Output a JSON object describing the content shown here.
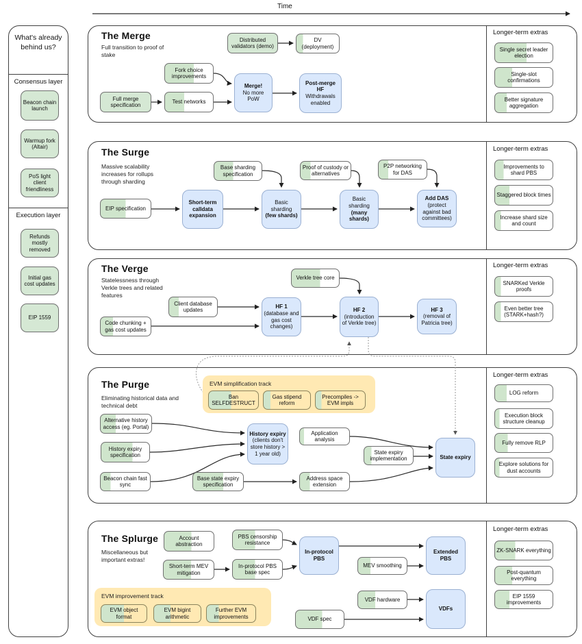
{
  "colors": {
    "green": "#d5e8d4",
    "progress_green": "#cfe5cc",
    "blue": "#dae8fc",
    "yellow": "#ffe9b3"
  },
  "time_axis": {
    "label": "Time"
  },
  "sidebar": {
    "title": "What's already behind us?",
    "groups": [
      {
        "label": "Consensus layer",
        "items": [
          {
            "label": "Beacon chain launch",
            "progress": 100
          },
          {
            "label": "Warmup fork (Altair)",
            "progress": 100
          },
          {
            "label": "PoS light client friendliness",
            "progress": 100
          }
        ]
      },
      {
        "label": "Execution layer",
        "items": [
          {
            "label": "Refunds mostly removed",
            "progress": 100
          },
          {
            "label": "Initial gas cost updates",
            "progress": 100
          },
          {
            "label": "EIP 1559",
            "progress": 100
          }
        ]
      }
    ]
  },
  "sections": [
    {
      "title": "The Merge",
      "subtitle": "Full transition to proof of stake",
      "extras_title": "Longer-term extras",
      "nodes": [
        {
          "label": "Distributed validators (demo)",
          "progress": 100
        },
        {
          "label": "DV (deployment)",
          "progress": 15
        },
        {
          "label": "Fork choice improvements",
          "progress": 60
        },
        {
          "label": "Full merge specification",
          "progress": 100
        },
        {
          "label": "Test networks",
          "progress": 40
        }
      ],
      "milestones": [
        {
          "lines": [
            {
              "text": "Merge!",
              "bold": true
            },
            {
              "text": "No more PoW",
              "bold": false
            }
          ]
        },
        {
          "lines": [
            {
              "text": "Post-merge HF",
              "bold": true
            },
            {
              "text": "Withdrawals enabled",
              "bold": false
            }
          ]
        }
      ],
      "extras": [
        {
          "label": "Single secret leader election",
          "progress": 55
        },
        {
          "label": "Single-slot confirmations",
          "progress": 30
        },
        {
          "label": "Better signature aggregation",
          "progress": 20
        }
      ]
    },
    {
      "title": "The Surge",
      "subtitle": "Massive scalability increases for rollups through sharding",
      "extras_title": "Longer-term extras",
      "nodes": [
        {
          "label": "EIP specification",
          "progress": 50
        },
        {
          "label": "Base sharding specification",
          "progress": 40
        },
        {
          "label": "Proof of custody or alternatives",
          "progress": 20
        },
        {
          "label": "P2P networking for DAS",
          "progress": 20
        }
      ],
      "milestones": [
        {
          "lines": [
            {
              "text": "Short-term calldata expansion",
              "bold": true
            }
          ]
        },
        {
          "lines": [
            {
              "text": "Basic sharding",
              "bold": false
            },
            {
              "text": "(few shards)",
              "bold": true
            }
          ]
        },
        {
          "lines": [
            {
              "text": "Basic sharding",
              "bold": false
            },
            {
              "text": "(many shards)",
              "bold": true
            }
          ]
        },
        {
          "lines": [
            {
              "text": "Add DAS",
              "bold": true
            },
            {
              "text": "(protect against bad committees)",
              "bold": false
            }
          ]
        }
      ],
      "extras": [
        {
          "label": "Improvements to shard PBS",
          "progress": 15
        },
        {
          "label": "Staggered block times",
          "progress": 25
        },
        {
          "label": "Increase shard size and count",
          "progress": 10
        }
      ]
    },
    {
      "title": "The Verge",
      "subtitle": "Statelessness through Verkle trees and related features",
      "extras_title": "Longer-term extras",
      "nodes": [
        {
          "label": "Verkle tree core",
          "progress": 60
        },
        {
          "label": "Client database updates",
          "progress": 20
        },
        {
          "label": "Code chunking + gas cost updates",
          "progress": 25
        }
      ],
      "milestones": [
        {
          "lines": [
            {
              "text": "HF 1",
              "bold": true
            },
            {
              "text": "(database and gas cost changes)",
              "bold": false
            }
          ]
        },
        {
          "lines": [
            {
              "text": "HF 2",
              "bold": true
            },
            {
              "text": "(introduction of Verkle tree)",
              "bold": false
            }
          ]
        },
        {
          "lines": [
            {
              "text": "HF 3",
              "bold": true
            },
            {
              "text": "(removal of Patricia tree)",
              "bold": false
            }
          ]
        }
      ],
      "extras": [
        {
          "label": "SNARKed Verkle proofs",
          "progress": 10
        },
        {
          "label": "Even better tree (STARK+hash?)",
          "progress": 10
        }
      ]
    },
    {
      "title": "The Purge",
      "subtitle": "Eliminating historical data and technical debt",
      "extras_title": "Longer-term extras",
      "track": {
        "label": "EVM simplification track",
        "items": [
          {
            "label": "Ban SELFDESTRUCT",
            "progress": 45
          },
          {
            "label": "Gas stipend reform",
            "progress": 15
          },
          {
            "label": "Precompiles -> EVM impls",
            "progress": 12
          }
        ]
      },
      "nodes": [
        {
          "label": "Alternative history access (eg. Portal)",
          "progress": 30
        },
        {
          "label": "History expiry specification",
          "progress": 65
        },
        {
          "label": "Beacon chain fast sync",
          "progress": 20
        },
        {
          "label": "Application analysis",
          "progress": 8
        },
        {
          "label": "State expiry implementation",
          "progress": 15
        },
        {
          "label": "Base state expiry specification",
          "progress": 60
        },
        {
          "label": "Address space extension",
          "progress": 20
        }
      ],
      "milestones": [
        {
          "lines": [
            {
              "text": "History expiry",
              "bold": true
            },
            {
              "text": "(clients don't store history > 1 year old)",
              "bold": false
            }
          ]
        },
        {
          "lines": [
            {
              "text": "State expiry",
              "bold": true
            }
          ]
        }
      ],
      "extras": [
        {
          "label": "LOG reform",
          "progress": 20
        },
        {
          "label": "Execution block structure cleanup",
          "progress": 8
        },
        {
          "label": "Fully remove RLP",
          "progress": 22
        },
        {
          "label": "Explore solutions for dust accounts",
          "progress": 8
        }
      ]
    },
    {
      "title": "The Splurge",
      "subtitle": "Miscellaneous but important extras!",
      "extras_title": "Longer-term extras",
      "track": {
        "label": "EVM improvement track",
        "items": [
          {
            "label": "EVM object format",
            "progress": 50
          },
          {
            "label": "EVM bigint arithmetic",
            "progress": 35
          },
          {
            "label": "Further EVM improvements",
            "progress": 25
          }
        ]
      },
      "nodes": [
        {
          "label": "Account abstraction",
          "progress": 55
        },
        {
          "label": "PBS censorship resistance",
          "progress": 45
        },
        {
          "label": "Short-term MEV mitigation",
          "progress": 55
        },
        {
          "label": "In-protocol PBS base spec",
          "progress": 45
        },
        {
          "label": "MEV smoothing",
          "progress": 25
        },
        {
          "label": "VDF hardware",
          "progress": 35
        },
        {
          "label": "VDF spec",
          "progress": 55
        }
      ],
      "milestones": [
        {
          "lines": [
            {
              "text": "In-protocol PBS",
              "bold": true
            }
          ]
        },
        {
          "lines": [
            {
              "text": "Extended PBS",
              "bold": true
            }
          ]
        },
        {
          "lines": [
            {
              "text": "VDFs",
              "bold": true
            }
          ]
        }
      ],
      "extras": [
        {
          "label": "ZK-SNARK everything",
          "progress": 35
        },
        {
          "label": "Post-quantum everything",
          "progress": 30
        },
        {
          "label": "EIP 1559 improvements",
          "progress": 25
        }
      ]
    }
  ]
}
